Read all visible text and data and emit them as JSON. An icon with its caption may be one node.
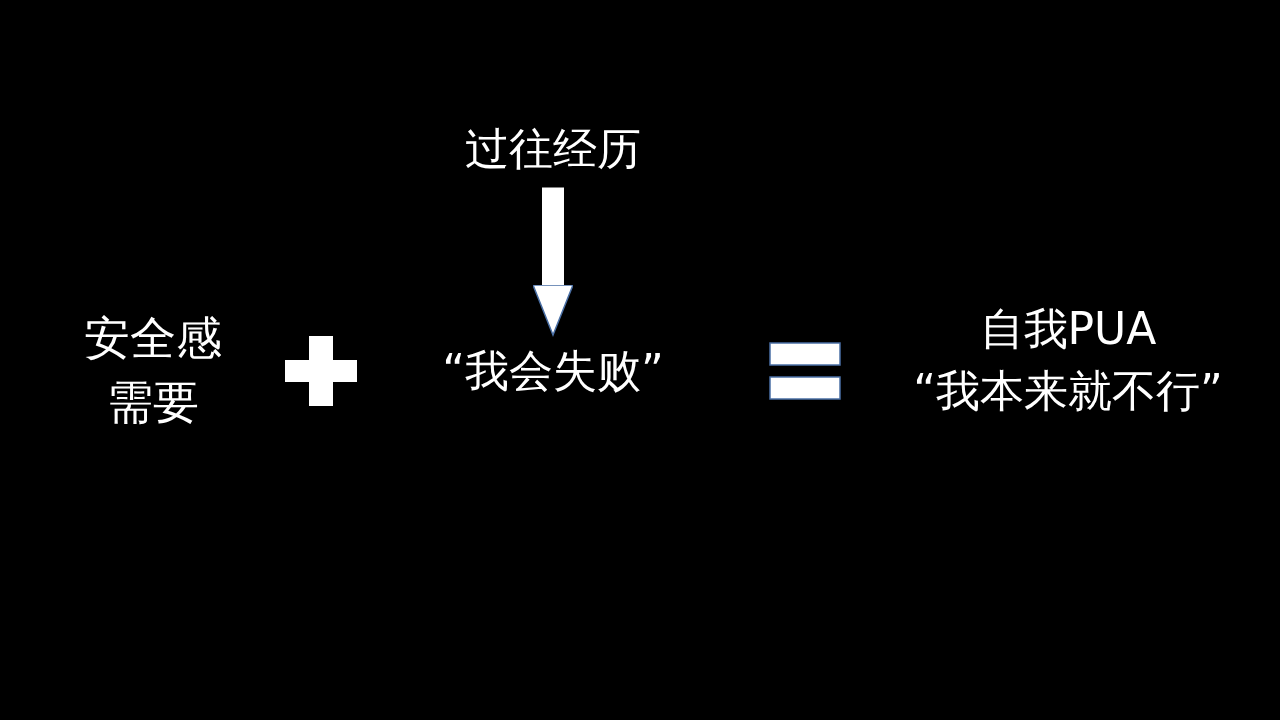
{
  "diagram": {
    "nodes": [
      {
        "text": [
          "过往经历"
        ]
      },
      {
        "text": [
          "安全感需要"
        ]
      },
      {
        "text": [
          "“我会失败”"
        ]
      },
      {
        "text": [
          "自我PUA",
          "“我本来就不行”"
        ]
      }
    ],
    "edges": [
      {
        "from": 0,
        "to": 2,
        "arrow": "to"
      }
    ]
  }
}
